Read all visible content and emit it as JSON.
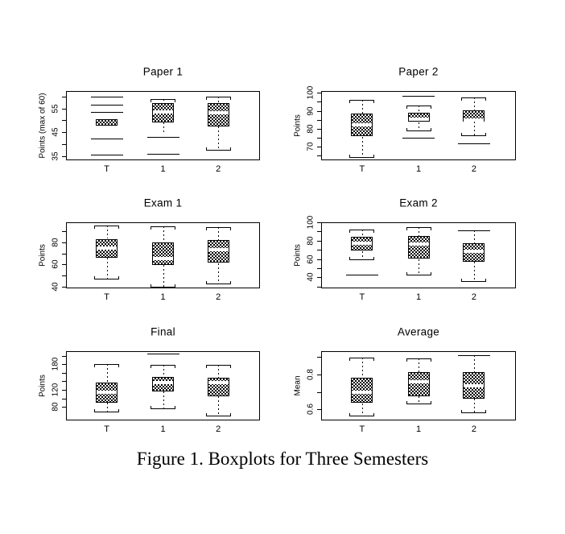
{
  "figure_caption": "Figure 1. Boxplots for Three Semesters",
  "colors": {
    "ink": "#000000",
    "background": "#ffffff"
  },
  "chart_data": [
    {
      "type": "boxplot",
      "name": "paper-1",
      "title": "Paper 1",
      "ylabel": "Points (max of 60)",
      "yticks": [
        35,
        45,
        55
      ],
      "minor_ticks": [
        35,
        40,
        45,
        50,
        55,
        60
      ],
      "ylim": [
        33.3,
        62.3
      ],
      "categories": [
        "T",
        "1",
        "2"
      ],
      "boxes": [
        {
          "category": "T",
          "q1": 48,
          "q3": 50.6,
          "median": null,
          "whisker_high": null,
          "whisker_low": null,
          "outliers": [
            60,
            56.5,
            53.5,
            42.4,
            35.5
          ]
        },
        {
          "category": "1",
          "q1": 49.2,
          "q3": 57.2,
          "median": 53.7,
          "whisker_high": 59,
          "whisker_high_style": "bracket",
          "whisker_low": 44.8,
          "whisker_low_style": "none",
          "outliers": [
            43,
            36.1
          ]
        },
        {
          "category": "2",
          "q1": 47.5,
          "q3": 57.3,
          "median": 53.2,
          "whisker_high": 60.1,
          "whisker_low": 37.7,
          "outliers": []
        }
      ]
    },
    {
      "type": "boxplot",
      "name": "paper-2",
      "title": "Paper 2",
      "ylabel": "Points",
      "yticks": [
        70,
        80,
        90,
        100
      ],
      "minor_ticks": [
        65,
        70,
        75,
        80,
        85,
        90,
        95,
        100
      ],
      "ylim": [
        62.5,
        101
      ],
      "categories": [
        "T",
        "1",
        "2"
      ],
      "boxes": [
        {
          "category": "T",
          "q1": 75.7,
          "q3": 88.3,
          "median": 82.3,
          "whisker_high": 96,
          "whisker_low": 64.3,
          "outliers": []
        },
        {
          "category": "1",
          "q1": 83.7,
          "q3": 88.7,
          "median": 85.5,
          "whisker_high": 92.9,
          "whisker_low": 79.2,
          "outliers": [
            98.3,
            75.2
          ]
        },
        {
          "category": "2",
          "q1": 84,
          "q3": 90.2,
          "median": 85,
          "whisker_high": 97.3,
          "whisker_low": 76.6,
          "outliers": [
            71.7
          ]
        }
      ]
    },
    {
      "type": "boxplot",
      "name": "exam-1",
      "title": "Exam 1",
      "ylabel": "Points",
      "yticks": [
        40,
        60,
        80
      ],
      "minor_ticks": [
        40,
        50,
        60,
        70,
        80,
        90
      ],
      "ylim": [
        38.5,
        98
      ],
      "categories": [
        "T",
        "1",
        "2"
      ],
      "boxes": [
        {
          "category": "T",
          "q1": 66.3,
          "q3": 83,
          "median": 75.1,
          "whisker_high": 94.8,
          "whisker_low": 47.4,
          "outliers": []
        },
        {
          "category": "1",
          "q1": 59.6,
          "q3": 79.8,
          "median": 65,
          "whisker_high": 94.1,
          "whisker_low": 40,
          "outliers": []
        },
        {
          "category": "2",
          "q1": 61.3,
          "q3": 81.8,
          "median": 73.1,
          "whisker_high": 93.6,
          "whisker_low": 43.2,
          "outliers": []
        }
      ]
    },
    {
      "type": "boxplot",
      "name": "exam-2",
      "title": "Exam 2",
      "ylabel": "Points",
      "yticks": [
        40,
        60,
        80,
        100
      ],
      "minor_ticks": [
        30,
        40,
        50,
        60,
        70,
        80,
        90,
        100
      ],
      "ylim": [
        28,
        100
      ],
      "categories": [
        "T",
        "1",
        "2"
      ],
      "boxes": [
        {
          "category": "T",
          "q1": 68.7,
          "q3": 83.9,
          "median": 76.8,
          "whisker_high": 92.2,
          "whisker_low": 60,
          "outliers": [
            42.6,
            28.8
          ]
        },
        {
          "category": "1",
          "q1": 60,
          "q3": 84.8,
          "median": 75.9,
          "whisker_high": 94.3,
          "whisker_low": 42.6,
          "outliers": []
        },
        {
          "category": "2",
          "q1": 57,
          "q3": 77.1,
          "median": 68.1,
          "whisker_high": 91.5,
          "whisker_high_style": "line",
          "whisker_low": 36,
          "outliers": []
        }
      ]
    },
    {
      "type": "boxplot",
      "name": "final",
      "title": "Final",
      "ylabel": "Points",
      "yticks": [
        80,
        120,
        180
      ],
      "minor_ticks": [
        80,
        100,
        120,
        140,
        160,
        180,
        200
      ],
      "ylim": [
        48,
        211
      ],
      "categories": [
        "T",
        "1",
        "2"
      ],
      "boxes": [
        {
          "category": "T",
          "q1": 89,
          "q3": 137,
          "median": 115,
          "whisker_high": 181,
          "whisker_low": 69,
          "outliers": []
        },
        {
          "category": "1",
          "q1": 117,
          "q3": 151,
          "median": 137,
          "whisker_high": 179,
          "whisker_low": 76,
          "outliers": [
            205
          ]
        },
        {
          "category": "2",
          "q1": 105.5,
          "q3": 148.5,
          "median": 137.5,
          "whisker_high": 179,
          "whisker_low": 59,
          "outliers": []
        }
      ]
    },
    {
      "type": "boxplot",
      "name": "average",
      "title": "Average",
      "ylabel": "Mean",
      "yticks": [
        0.6,
        0.8
      ],
      "minor_ticks": [
        0.6,
        0.7,
        0.8,
        0.9
      ],
      "ylim": [
        0.537,
        0.934
      ],
      "categories": [
        "T",
        "1",
        "2"
      ],
      "boxes": [
        {
          "category": "T",
          "q1": 0.635,
          "q3": 0.78,
          "median": 0.7,
          "whisker_high": 0.897,
          "whisker_low": 0.564,
          "outliers": []
        },
        {
          "category": "1",
          "q1": 0.677,
          "q3": 0.815,
          "median": 0.76,
          "whisker_high": 0.892,
          "whisker_low": 0.635,
          "outliers": []
        },
        {
          "category": "2",
          "q1": 0.661,
          "q3": 0.815,
          "median": 0.735,
          "whisker_high": 0.912,
          "whisker_high_style": "line",
          "whisker_low": 0.584,
          "outliers": []
        }
      ]
    }
  ]
}
